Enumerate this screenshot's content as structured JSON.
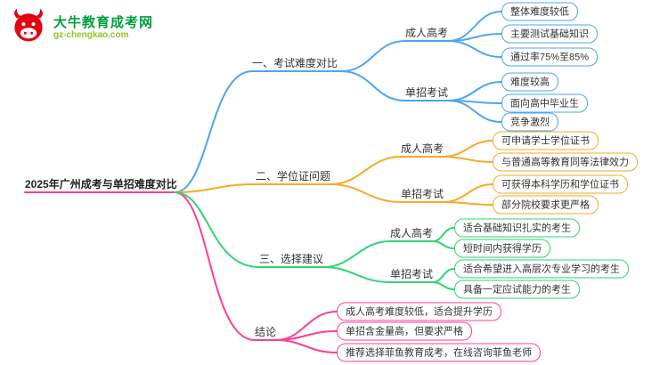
{
  "logo": {
    "site_name": "大牛教育成考网",
    "domain": "gz-chengkao.com",
    "icon": "bull-icon"
  },
  "colors": {
    "branch_exam_difficulty": "#4da6f0",
    "branch_degree": "#f7a928",
    "branch_advice": "#2ed573",
    "branch_conclusion": "#fb3e9a",
    "logo_red": "#e60012",
    "site_name_green": "#009e3d",
    "domain_green": "#8fc31f"
  },
  "mindmap": {
    "root": {
      "label": "2025年广州成考与单招难度对比"
    },
    "branches": [
      {
        "label": "一、考试难度对比",
        "color": "#4da6f0",
        "children": [
          {
            "label": "成人高考",
            "leaves": [
              "整体难度较低",
              "主要测试基础知识",
              "通过率75%至85%"
            ]
          },
          {
            "label": "单招考试",
            "leaves": [
              "难度较高",
              "面向高中毕业生",
              "竞争激烈"
            ]
          }
        ]
      },
      {
        "label": "二、学位证问题",
        "color": "#f7a928",
        "children": [
          {
            "label": "成人高考",
            "leaves": [
              "可申请学士学位证书",
              "与普通高等教育同等法律效力"
            ]
          },
          {
            "label": "单招考试",
            "leaves": [
              "可获得本科学历和学位证书",
              "部分院校要求更严格"
            ]
          }
        ]
      },
      {
        "label": "三、选择建议",
        "color": "#2ed573",
        "children": [
          {
            "label": "成人高考",
            "leaves": [
              "适合基础知识扎实的考生",
              "短时间内获得学历"
            ]
          },
          {
            "label": "单招考试",
            "leaves": [
              "适合希望进入高层次专业学习的考生",
              "具备一定应试能力的考生"
            ]
          }
        ]
      },
      {
        "label": "结论",
        "color": "#fb3e9a",
        "children": [
          {
            "label": "",
            "leaves": [
              "成人高考难度较低，适合提升学历",
              "单招含金量高，但要求严格",
              "推荐选择菲鱼教育成考，在线咨询菲鱼老师"
            ]
          }
        ]
      }
    ]
  }
}
